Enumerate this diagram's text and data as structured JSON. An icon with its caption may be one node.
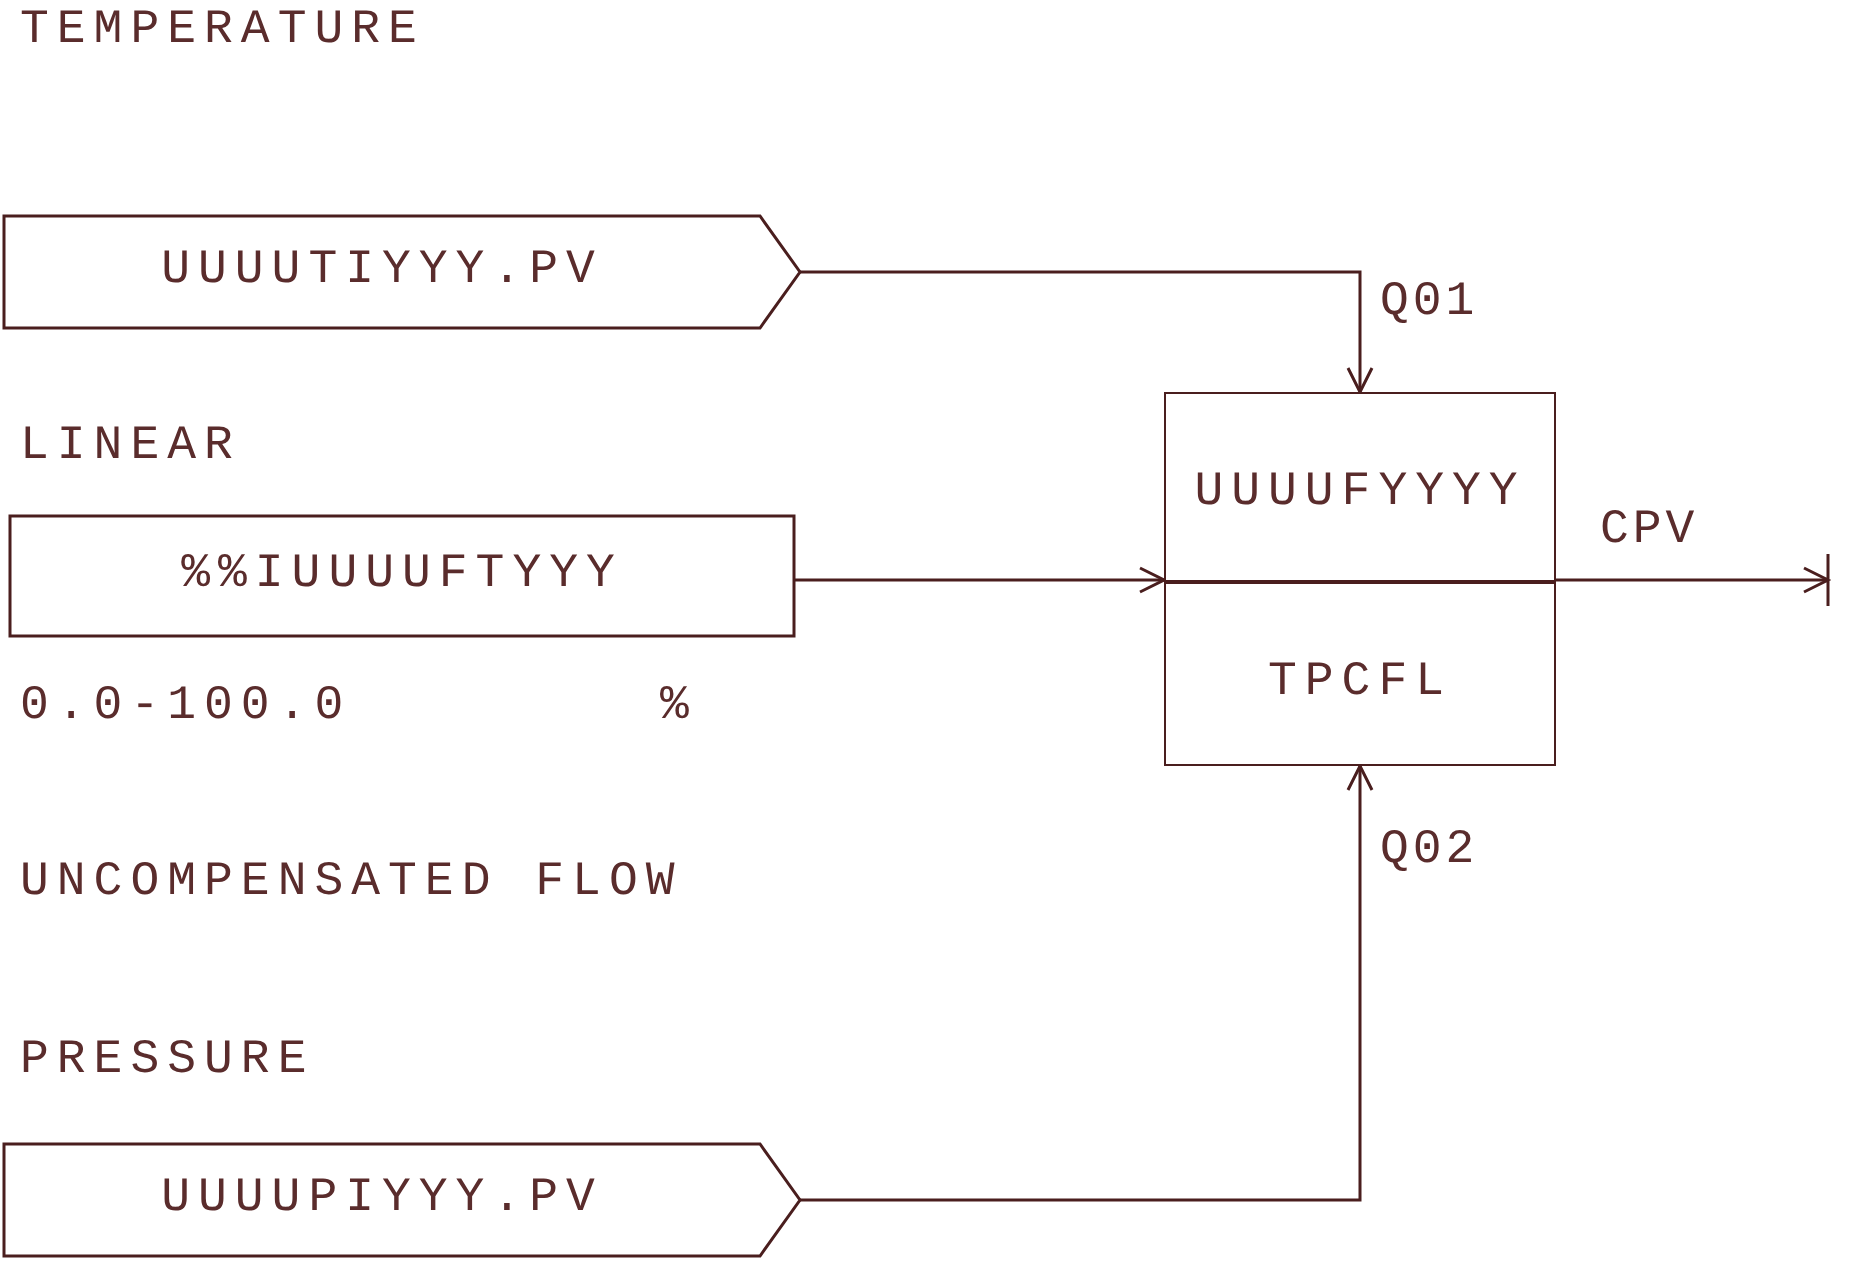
{
  "diagram": {
    "nodes": [
      {
        "text": [
          "TEMPERATURE",
          "UUUUTIYYY.PV"
        ]
      },
      {
        "text": [
          "LINEAR",
          "%%IUUUUFTYYY"
        ],
        "beside": [
          "0.0-100.0",
          "%",
          "UNCOMPENSATED FLOW"
        ]
      },
      {
        "text": [
          "PRESSURE",
          "UUUUPIYYY.PV"
        ]
      },
      {
        "text": [
          "UUUUFYYYY",
          "TPCFL"
        ]
      }
    ],
    "edges": [
      {
        "from": 0,
        "to": 3,
        "arrow": "to",
        "label": "Q01"
      },
      {
        "from": 1,
        "to": 3,
        "arrow": "to"
      },
      {
        "from": 2,
        "to": 3,
        "arrow": "to",
        "label": "Q02"
      },
      {
        "from": 3,
        "to": null,
        "arrow": "to",
        "label": "CPV"
      }
    ]
  }
}
